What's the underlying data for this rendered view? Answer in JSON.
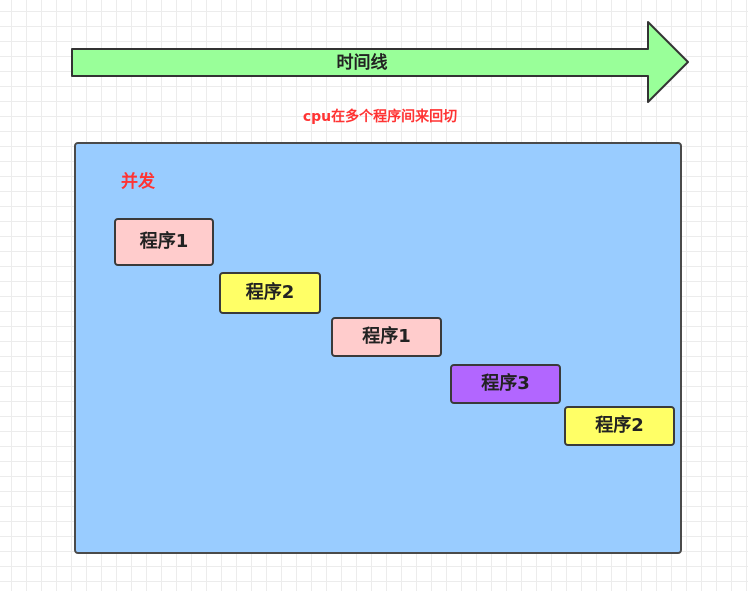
{
  "timeline": {
    "label": "时间线",
    "fill": "#99ff99",
    "stroke": "#333333"
  },
  "caption": {
    "text": "cpu在多个程序间来回切",
    "color": "#ff3333"
  },
  "panel": {
    "title": "并发",
    "title_color": "#ff3333",
    "fill": "#99ccff"
  },
  "programs": [
    {
      "label": "程序1",
      "color": "#ffcccc"
    },
    {
      "label": "程序2",
      "color": "#ffff66"
    },
    {
      "label": "程序1",
      "color": "#ffcccc"
    },
    {
      "label": "程序3",
      "color": "#b266ff"
    },
    {
      "label": "程序2",
      "color": "#ffff66"
    }
  ]
}
